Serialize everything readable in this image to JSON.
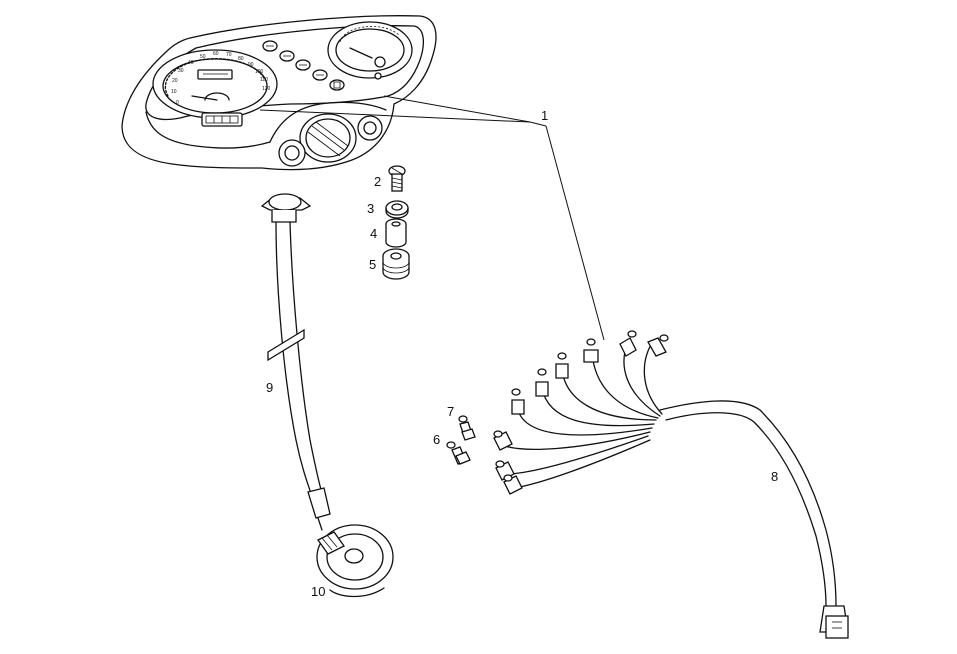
{
  "callouts": {
    "c1": "1",
    "c2": "2",
    "c3": "3",
    "c4": "4",
    "c5": "5",
    "c6": "6",
    "c7": "7",
    "c8": "8",
    "c9": "9",
    "c10": "10"
  },
  "speedo_ticks": [
    "0",
    "10",
    "20",
    "30",
    "40",
    "50",
    "60",
    "70",
    "80",
    "90",
    "100",
    "110",
    "120"
  ],
  "colors": {
    "line": "#111111",
    "background": "#ffffff"
  }
}
